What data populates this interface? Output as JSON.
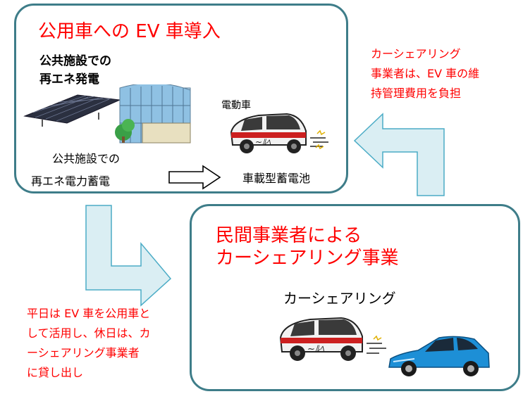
{
  "box1": {
    "title": "公用車への EV 車導入",
    "solar_label_line1": "公共施設での",
    "solar_label_line2": "再エネ発電",
    "ev_label": "電動車",
    "storage_label_line1": "公共施設での",
    "storage_label_line2": "再エネ電力蓄電",
    "battery_label": "車載型蓄電池"
  },
  "box2": {
    "title_line1": "民間事業者による",
    "title_line2": "カーシェアリング事業",
    "carsharing_label": "カーシェアリング"
  },
  "right_note": {
    "line1": "カーシェアリング",
    "line2": "事業者は、EV 車の維",
    "line3": "持管理費用を負担"
  },
  "left_note": {
    "line1": "平日は EV 車を公用車と",
    "line2": "して活用し、休日は、カ",
    "line3": "ーシェアリング事業者",
    "line4": "に貸し出し"
  },
  "colors": {
    "border": "#3e7d89",
    "arrow_fill": "#daeef3",
    "arrow_stroke": "#4bacc6",
    "accent_text": "#ff0000"
  }
}
